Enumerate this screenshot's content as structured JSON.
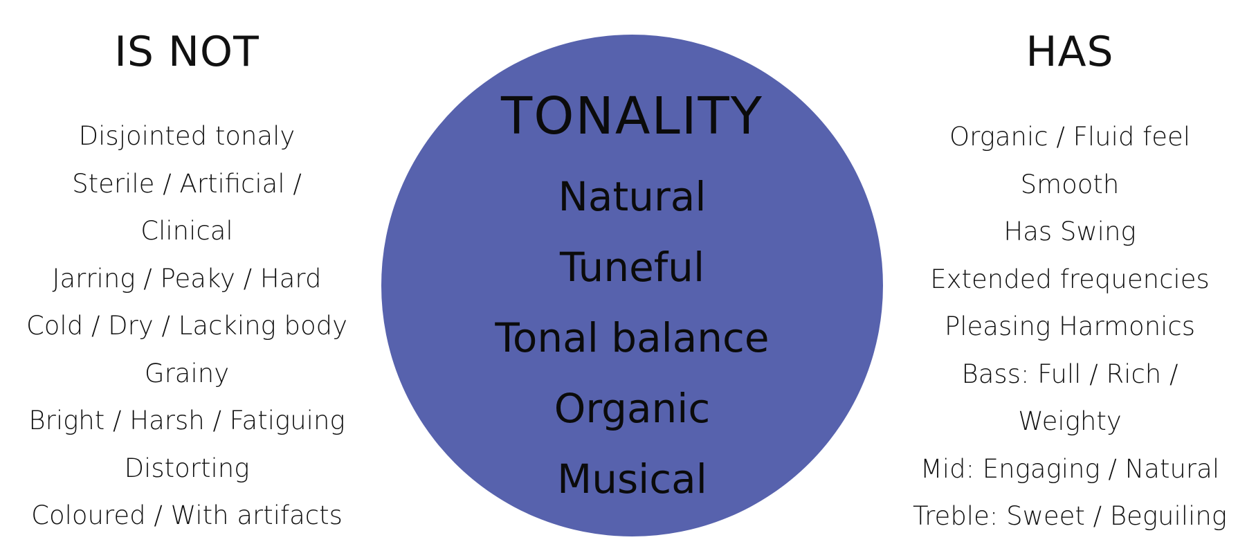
{
  "is_not": {
    "heading": "IS NOT",
    "items": [
      "Disjointed tonaly",
      "Sterile / Artificial /",
      "Clinical",
      "Jarring / Peaky / Hard",
      "Cold / Dry / Lacking body",
      "Grainy",
      "Bright / Harsh / Fatiguing",
      "Distorting",
      "Coloured / With artifacts"
    ]
  },
  "center": {
    "title": "TONALITY",
    "items": [
      "Natural",
      "Tuneful",
      "Tonal balance",
      "Organic",
      "Musical"
    ],
    "circle_color": "#5762ad"
  },
  "has": {
    "heading": "HAS",
    "items": [
      "Organic / Fluid feel",
      "Smooth",
      "Has Swing",
      "Extended frequencies",
      "Pleasing Harmonics",
      "Bass: Full / Rich /",
      "Weighty",
      "Mid: Engaging / Natural",
      "Treble: Sweet / Beguiling"
    ]
  }
}
